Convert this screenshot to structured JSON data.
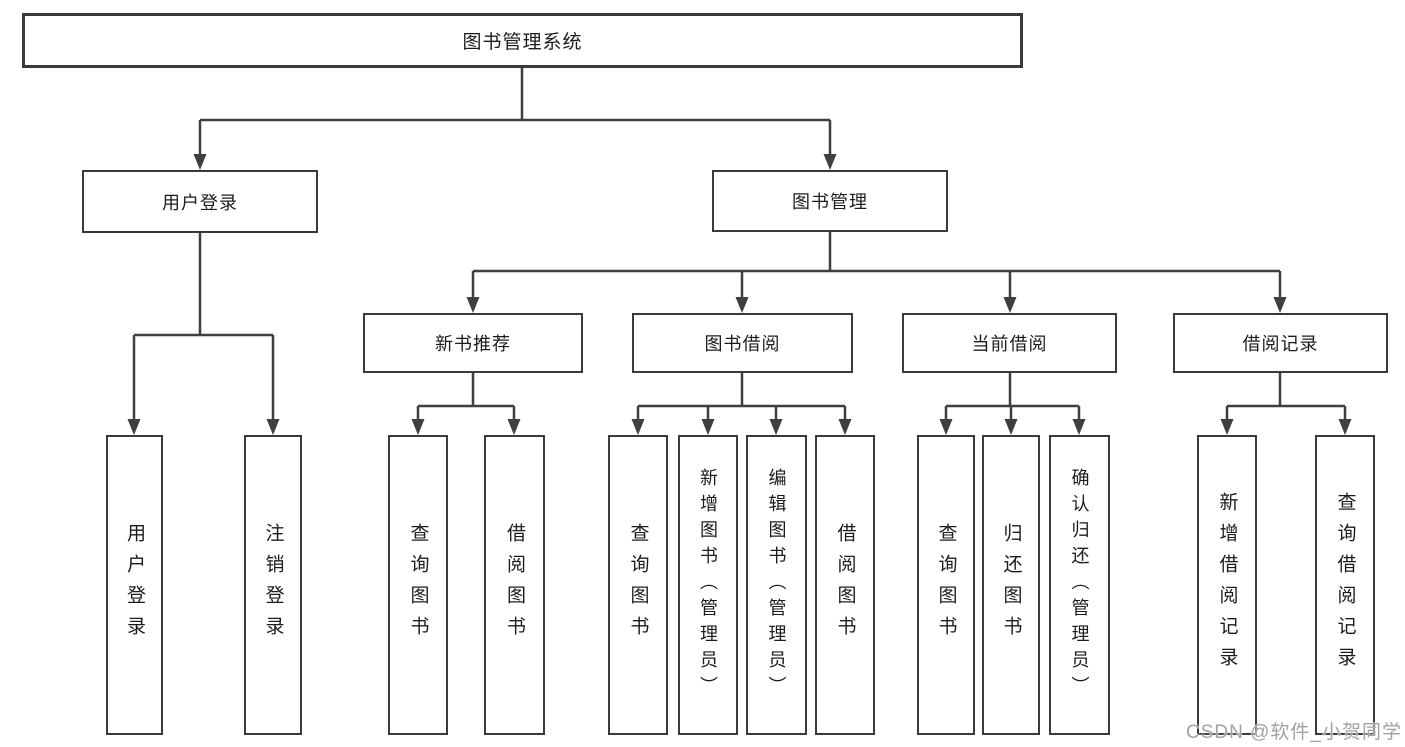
{
  "colors": {
    "line": "#3f3f3f",
    "border": "#3a3a3a",
    "text": "#1c1c1c",
    "watermark": "#a2a2a2",
    "background": "#ffffff"
  },
  "watermark": {
    "text": "CSDN @软件_小贺同学"
  },
  "diagram": {
    "type": "tree",
    "nodes": {
      "root": "图书管理系统",
      "user_login": "用户登录",
      "book_mgmt": "图书管理",
      "new_book_rec": "新书推荐",
      "book_borrow": "图书借阅",
      "current_borrow": "当前借阅",
      "borrow_records": "借阅记录",
      "leaf_login": "用户登录",
      "leaf_logout": "注销登录",
      "leaf_rec_query": "查询图书",
      "leaf_rec_borrow": "借阅图书",
      "leaf_bb_query": "查询图书",
      "leaf_bb_add": "新增图书（管理员）",
      "leaf_bb_edit": "编辑图书（管理员）",
      "leaf_bb_borrow": "借阅图书",
      "leaf_cb_query": "查询图书",
      "leaf_cb_return": "归还图书",
      "leaf_cb_confirm": "确认归还（管理员）",
      "leaf_br_add": "新增借阅记录",
      "leaf_br_query": "查询借阅记录"
    },
    "edges": [
      [
        "root",
        "user_login"
      ],
      [
        "root",
        "book_mgmt"
      ],
      [
        "user_login",
        "leaf_login"
      ],
      [
        "user_login",
        "leaf_logout"
      ],
      [
        "book_mgmt",
        "new_book_rec"
      ],
      [
        "book_mgmt",
        "book_borrow"
      ],
      [
        "book_mgmt",
        "current_borrow"
      ],
      [
        "book_mgmt",
        "borrow_records"
      ],
      [
        "new_book_rec",
        "leaf_rec_query"
      ],
      [
        "new_book_rec",
        "leaf_rec_borrow"
      ],
      [
        "book_borrow",
        "leaf_bb_query"
      ],
      [
        "book_borrow",
        "leaf_bb_add"
      ],
      [
        "book_borrow",
        "leaf_bb_edit"
      ],
      [
        "book_borrow",
        "leaf_bb_borrow"
      ],
      [
        "current_borrow",
        "leaf_cb_query"
      ],
      [
        "current_borrow",
        "leaf_cb_return"
      ],
      [
        "current_borrow",
        "leaf_cb_confirm"
      ],
      [
        "borrow_records",
        "leaf_br_add"
      ],
      [
        "borrow_records",
        "leaf_br_query"
      ]
    ]
  }
}
